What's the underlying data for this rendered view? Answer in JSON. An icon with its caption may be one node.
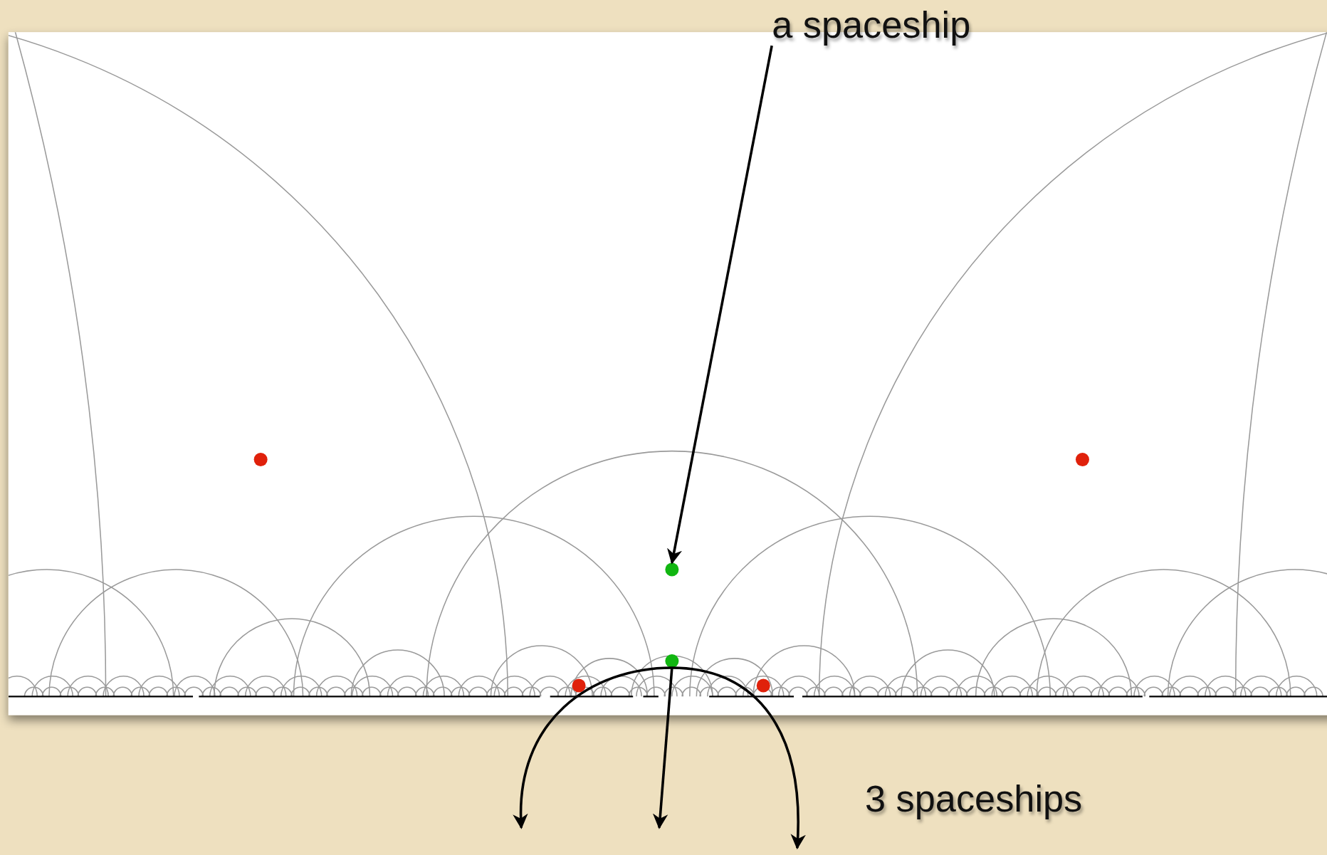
{
  "diagram": {
    "nodes": [
      {
        "text": [
          "a spaceship"
        ]
      },
      {
        "text": [],
        "shape": "circle"
      },
      {
        "text": [],
        "shape": "circle"
      }
    ],
    "edges": [
      {
        "from": 0,
        "to": 1,
        "arrow": "to"
      },
      {
        "from": 2,
        "to": null,
        "arrow": "to"
      },
      {
        "from": 2,
        "to": null,
        "arrow": "to"
      },
      {
        "from": 2,
        "to": null,
        "arrow": "to"
      }
    ],
    "labels": [
      "3 spaceships"
    ]
  }
}
